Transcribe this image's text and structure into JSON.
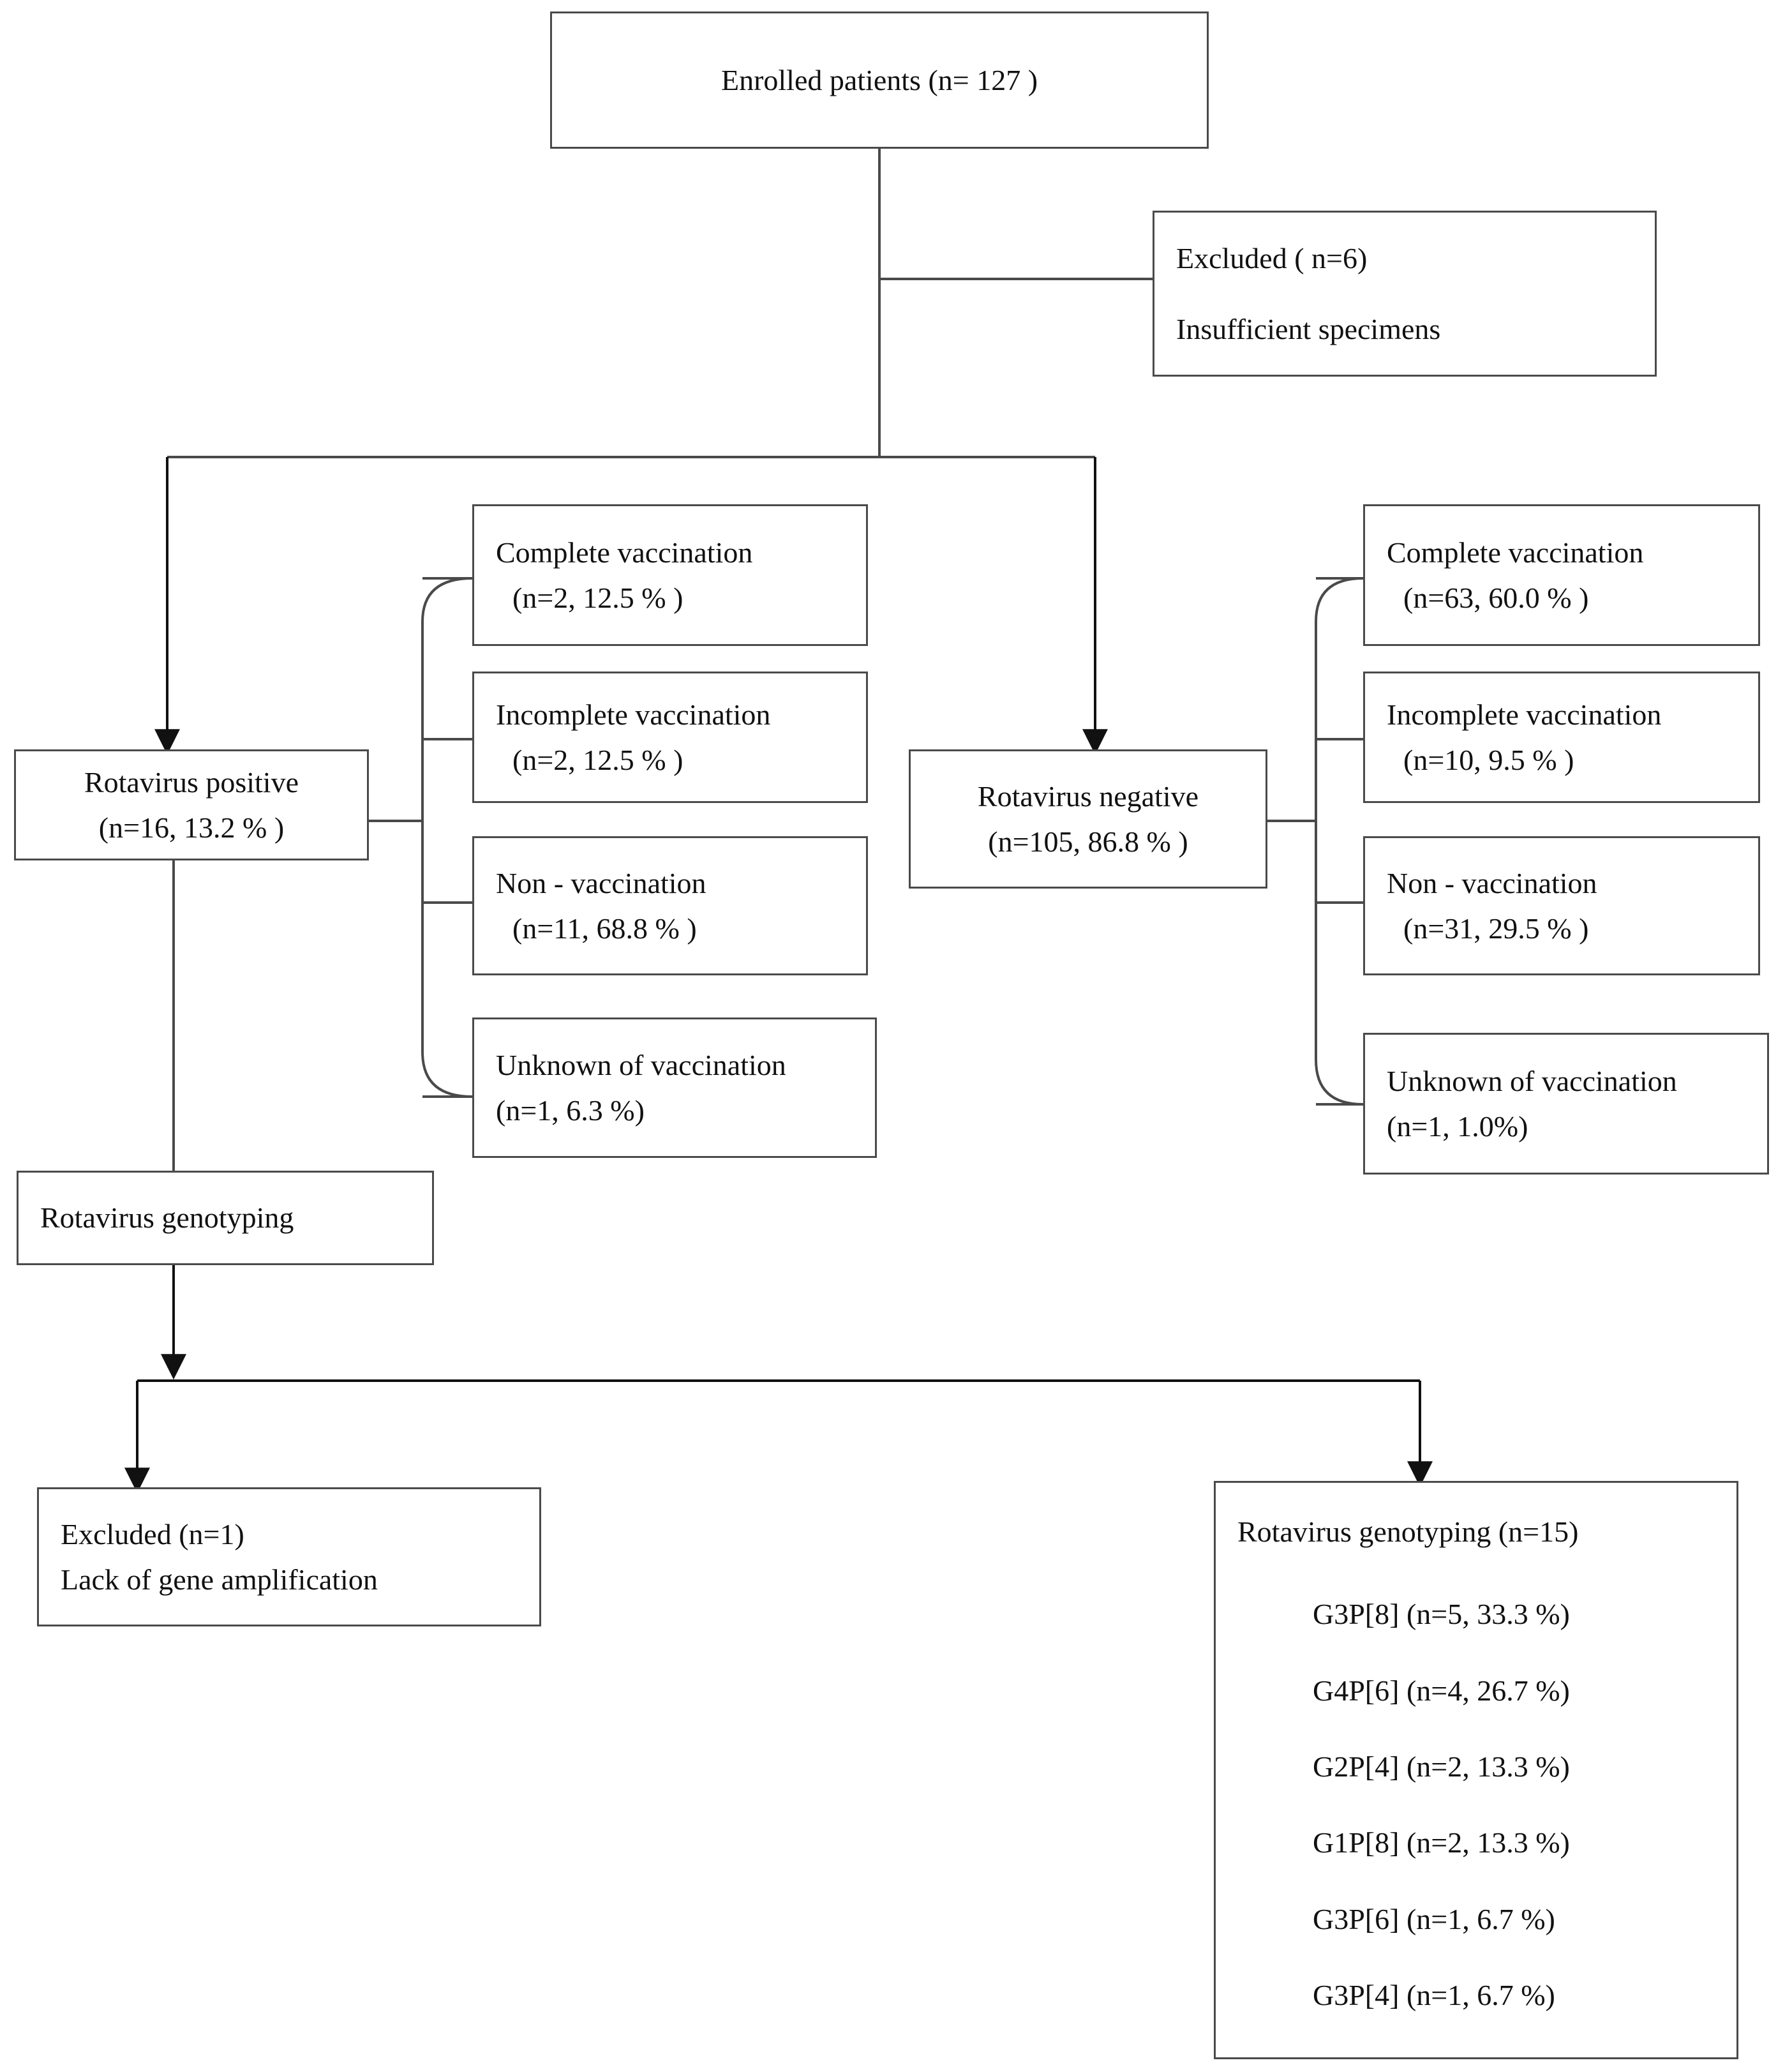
{
  "diagram": {
    "title": "Rotavirus patient enrollment and genotyping flowchart",
    "line_color": "#4a4a4a",
    "text_color": "#111111",
    "background": "#ffffff"
  },
  "nodes": {
    "enrolled": {
      "label": "Enrolled patients (n= 127 )"
    },
    "excluded_top": {
      "line1": "Excluded ( n=6)",
      "line2": "Insufficient specimens"
    },
    "rv_positive": {
      "line1": "Rotavirus positive",
      "line2": "(n=16, 13.2 % )"
    },
    "rv_negative": {
      "line1": "Rotavirus negative",
      "line2": "(n=105, 86.8 % )"
    },
    "pos_complete": {
      "line1": "Complete vaccination",
      "line2": "(n=2, 12.5 % )"
    },
    "pos_incomplete": {
      "line1": "Incomplete vaccination",
      "line2": "(n=2, 12.5 % )"
    },
    "pos_non": {
      "line1": "Non - vaccination",
      "line2": "(n=11, 68.8 % )"
    },
    "pos_unknown": {
      "line1": "Unknown of vaccination",
      "line2": "(n=1, 6.3 %)"
    },
    "neg_complete": {
      "line1": "Complete vaccination",
      "line2": "(n=63, 60.0 % )"
    },
    "neg_incomplete": {
      "line1": "Incomplete vaccination",
      "line2": "(n=10, 9.5 % )"
    },
    "neg_non": {
      "line1": "Non - vaccination",
      "line2": "(n=31, 29.5 % )"
    },
    "neg_unknown": {
      "line1": "Unknown of vaccination",
      "line2": "(n=1, 1.0%)"
    },
    "genotyping_step": {
      "label": "Rotavirus genotyping"
    },
    "excluded_bottom": {
      "line1": "Excluded (n=1)",
      "line2": "Lack of gene amplification"
    },
    "genotyping_results": {
      "title": "Rotavirus genotyping (n=15)",
      "rows": [
        "G3P[8] (n=5, 33.3 %)",
        "G4P[6] (n=4, 26.7 %)",
        "G2P[4] (n=2, 13.3 %)",
        "G1P[8] (n=2, 13.3 %)",
        "G3P[6] (n=1, 6.7 %)",
        "G3P[4] (n=1, 6.7 %)"
      ]
    }
  }
}
